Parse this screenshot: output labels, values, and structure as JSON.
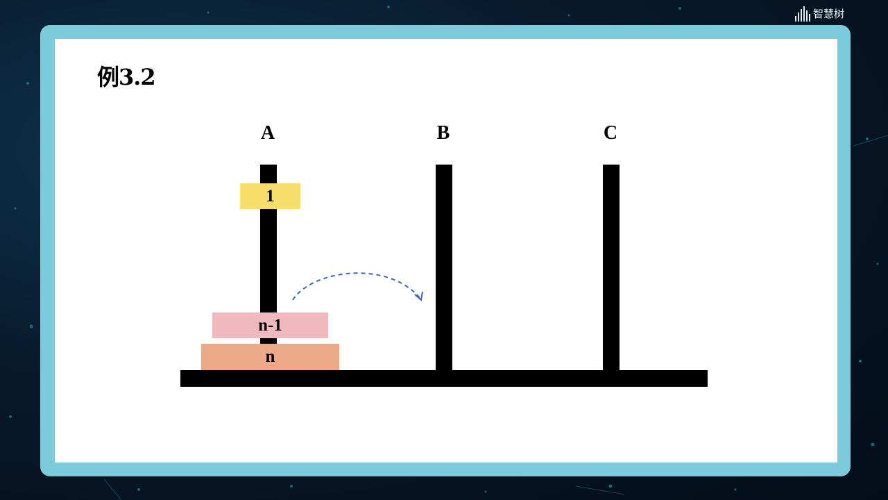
{
  "branding": {
    "logo_text": "智慧树"
  },
  "slide": {
    "title": "例3.2"
  },
  "pegs": [
    {
      "label": "A"
    },
    {
      "label": "B"
    },
    {
      "label": "C"
    }
  ],
  "disks": [
    {
      "label": "1",
      "color": "#f7dd6b"
    },
    {
      "label": "n-1",
      "color": "#f2b8c0"
    },
    {
      "label": "n",
      "color": "#eba987"
    }
  ],
  "colors": {
    "frame": "#7ccbdb",
    "peg": "#000000",
    "arrow": "#3b66b0"
  }
}
